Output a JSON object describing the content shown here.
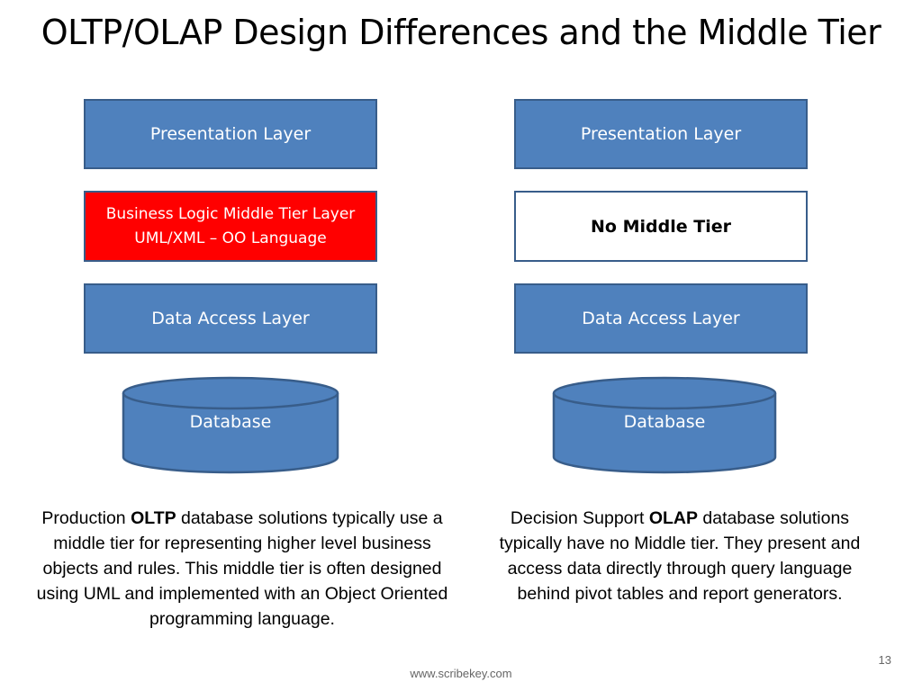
{
  "slide": {
    "title": "OLTP/OLAP Design Differences and the Middle Tier",
    "page_number": "13",
    "footer": "www.scribekey.com"
  },
  "left": {
    "presentation": "Presentation Layer",
    "middle_line1": "Business Logic Middle Tier Layer",
    "middle_line2": "UML/XML – OO Language",
    "data_access": "Data Access Layer",
    "database": "Database",
    "caption": {
      "pre": "Production ",
      "bold": "OLTP",
      "post": " database solutions typically use a middle tier for representing higher level business objects and rules. This middle tier is often designed using UML and implemented with an Object Oriented programming language."
    }
  },
  "right": {
    "presentation": "Presentation Layer",
    "middle": "No Middle Tier",
    "data_access": "Data Access Layer",
    "database": "Database",
    "caption": {
      "pre": "Decision Support ",
      "bold": "OLAP",
      "post": " database solutions typically have no Middle tier. They present and access data directly through query language behind pivot tables and report generators."
    }
  },
  "colors": {
    "layer_fill": "#4f81bd",
    "layer_border": "#385d8a",
    "middle_tier_fill": "#ff0000"
  }
}
